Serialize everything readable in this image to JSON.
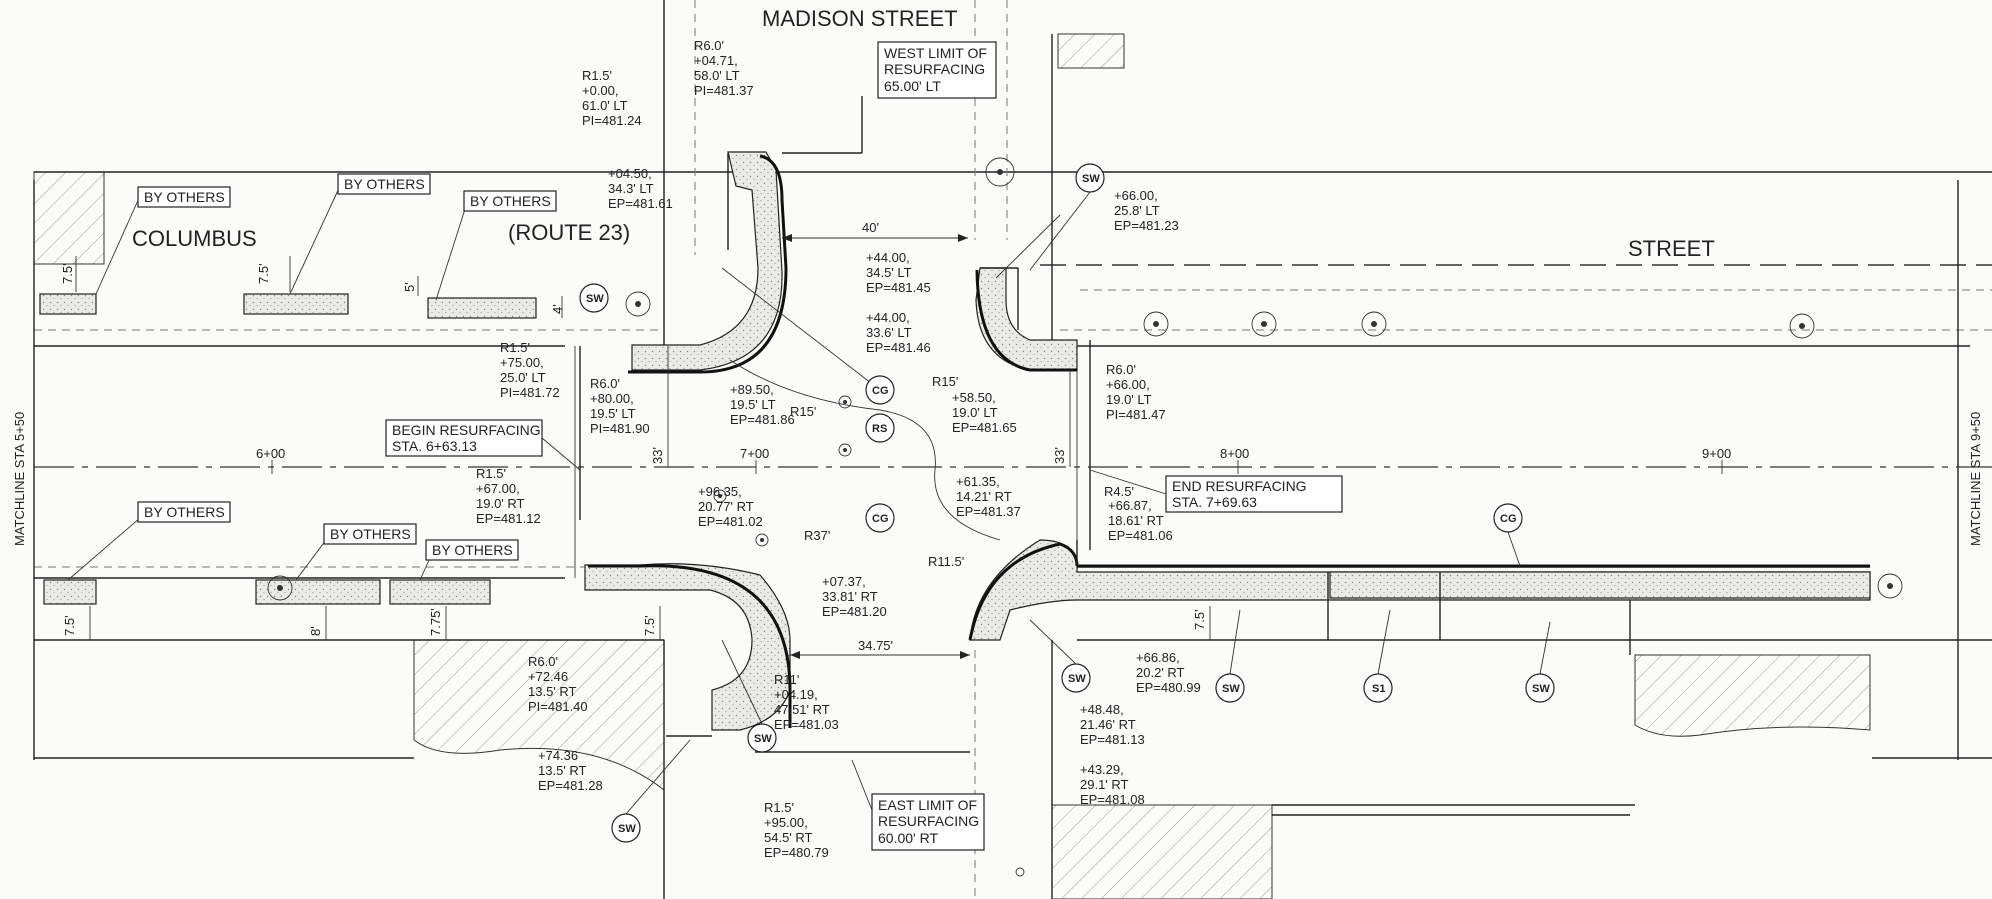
{
  "streets": {
    "madison": "MADISON STREET",
    "columbus": "COLUMBUS",
    "route": "(ROUTE 23)",
    "street": "STREET"
  },
  "matchlines": {
    "left": "MATCHLINE STA 5+50",
    "right": "MATCHLINE STA 9+50"
  },
  "stations": [
    "6+00",
    "7+00",
    "8+00",
    "9+00"
  ],
  "by_others": [
    "BY OTHERS",
    "BY OTHERS",
    "BY OTHERS",
    "BY OTHERS",
    "BY OTHERS",
    "BY OTHERS"
  ],
  "resurfacing": {
    "west": [
      "WEST LIMIT OF",
      "RESURFACING",
      "65.00' LT"
    ],
    "east": [
      "EAST LIMIT OF",
      "RESURFACING",
      "60.00' RT"
    ],
    "begin": [
      "BEGIN RESURFACING",
      "STA. 6+63.13"
    ],
    "end": [
      "END RESURFACING",
      "STA. 7+69.63"
    ]
  },
  "callouts": [
    [
      "R6.0'",
      "+04.71,",
      "58.0' LT",
      "PI=481.37"
    ],
    [
      "R1.5'",
      "+0.00,",
      "61.0' LT",
      "PI=481.24"
    ],
    [
      "+04.50,",
      "34.3' LT",
      "EP=481.61"
    ],
    [
      "+66.00,",
      "25.8' LT",
      "EP=481.23"
    ],
    [
      "+44.00,",
      "34.5' LT",
      "EP=481.45"
    ],
    [
      "+44.00,",
      "33.6' LT",
      "EP=481.46"
    ],
    [
      "R1.5'",
      "+75.00,",
      "25.0' LT",
      "PI=481.72"
    ],
    [
      "R6.0'",
      "+80.00,",
      "19.5' LT",
      "PI=481.90"
    ],
    [
      "+89.50,",
      "19.5' LT",
      "EP=481.86"
    ],
    [
      "+58.50,",
      "19.0' LT",
      "EP=481.65"
    ],
    [
      "R6.0'",
      "+66.00,",
      "19.0' LT",
      "PI=481.47"
    ],
    [
      "R1.5'",
      "+67.00,",
      "19.0' RT",
      "EP=481.12"
    ],
    [
      "+96.35,",
      "20.77' RT",
      "EP=481.02"
    ],
    [
      "+61.35,",
      "14.21' RT",
      "EP=481.37"
    ],
    [
      "+66.87,",
      "18.61' RT",
      "EP=481.06"
    ],
    [
      "+07.37,",
      "33.81' RT",
      "EP=481.20"
    ],
    [
      "R6.0'",
      "+72.46",
      "13.5' RT",
      "PI=481.40"
    ],
    [
      "+74.36",
      "13.5' RT",
      "EP=481.28"
    ],
    [
      "R11'",
      "+04.19,",
      "47.51' RT",
      "EP=481.03"
    ],
    [
      "+66.86,",
      "20.2' RT",
      "EP=480.99"
    ],
    [
      "+48.48,",
      "21.46' RT",
      "EP=481.13"
    ],
    [
      "+43.29,",
      "29.1' RT",
      "EP=481.08"
    ],
    [
      "R1.5'",
      "+95.00,",
      "54.5' RT",
      "EP=480.79"
    ]
  ],
  "radii": [
    "R15'",
    "R15'",
    "R4.5'",
    "R37'",
    "R11.5'"
  ],
  "dims": [
    "40'",
    "34.75'",
    "33'",
    "33'",
    "7.5'",
    "7.5'",
    "5'",
    "4'",
    "7.5'",
    "8'",
    "7.75'",
    "7.5'",
    "7.5'"
  ],
  "circles": {
    "sw": "SW",
    "cg": "CG",
    "rs": "RS",
    "s1": "S1"
  }
}
